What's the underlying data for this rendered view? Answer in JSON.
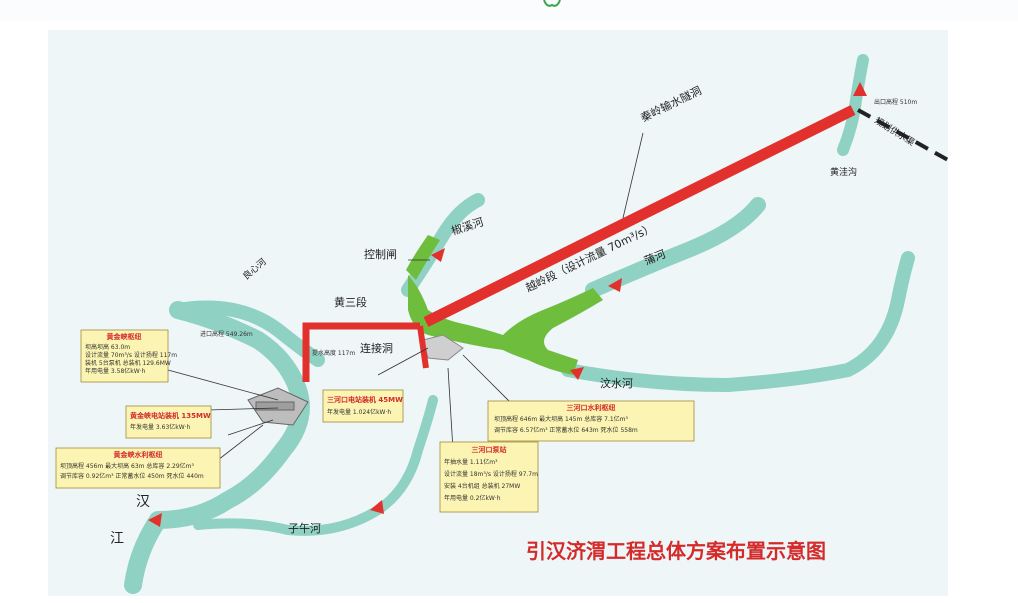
{
  "title": "引汉济渭工程总体方案布置示意图",
  "labels": {
    "tunnel_name": "秦岭输水隧洞",
    "tunnel_flow": "越岭段（设计流量 70m³/s）",
    "control_gate": "控制闸",
    "huang_san": "黄三段",
    "connect_tunnel": "连接洞",
    "outlet_elev": "出口高程 510m",
    "diversion": "规划供水渠",
    "huangzhu": "黄洼沟",
    "jiaoxi_river": "椒溪河",
    "pu_river": "蒲河",
    "ziwu_river": "子午河",
    "xunshui_river": "汶水河",
    "liangxin_river": "良心河",
    "han": "汉",
    "jiang": "江",
    "entrance_elev": "进口高程 549.26m",
    "pump_lift": "提水高度 117m"
  },
  "boxes": {
    "huangjinxia_dam": {
      "title": "黄金峡枢纽",
      "lines": [
        "坝高坝高 63.0m",
        "设计流量 70m³/s  设计扬程 117m",
        "装机 5台泵机  总装机 129.6MW",
        "年用电量 3.58亿kW·h"
      ]
    },
    "huangjinxia_power": {
      "title": "黄金峡电站装机 135MW",
      "lines": [
        "年发电量 3.63亿kW·h"
      ]
    },
    "huangjinxia_reservoir": {
      "title": "黄金峡水利枢纽",
      "lines": [
        "坝顶高程 456m  最大坝高 63m  总库容 2.29亿m³",
        "调节库容 0.92亿m³  正常蓄水位 450m  死水位 440m"
      ]
    },
    "sanhekou_power": {
      "title": "三河口电站装机 45MW",
      "lines": [
        "年发电量 1.024亿kW·h"
      ]
    },
    "sanhekou_reservoir": {
      "title": "三河口水利枢纽",
      "lines": [
        "坝顶高程 646m  最大坝高 145m  总库容 7.1亿m³",
        "调节库容 6.57亿m³  正常蓄水位 643m  死水位 558m"
      ]
    },
    "sanhekou_pump": {
      "title": "三河口泵站",
      "lines": [
        "年抽水量 1.11亿m³",
        "设计流量 18m³/s  设计扬程 97.7m",
        "安装 4台机组  总装机 27MW",
        "年用电量 0.2亿kW·h"
      ]
    }
  },
  "colors": {
    "river": "#8fd1c2",
    "reservoir": "#6fbd3c",
    "tunnel": "#e2312d",
    "title": "#d42a2a",
    "box_bg": "#fbf4b2"
  }
}
